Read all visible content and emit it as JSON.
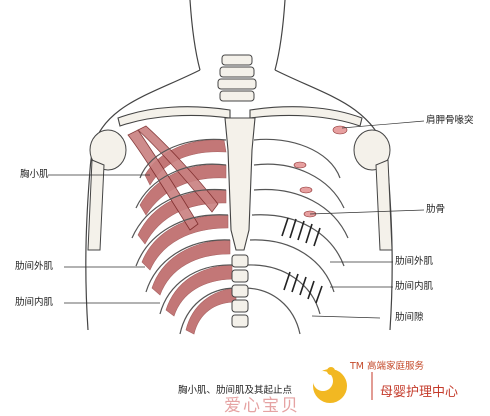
{
  "labels": {
    "pectoralis_minor": "胸小肌",
    "intercostal_external": "肋间外肌",
    "intercostal_internal": "肋间内肌",
    "coracoid": "肩胛骨喙突",
    "ribs": "肋骨",
    "intercostal_external_right": "肋间外肌",
    "intercostal_internal_right": "肋间内肌",
    "intercostal_space": "肋间隙"
  },
  "caption": "胸小肌、肋间肌及其起止点",
  "watermark": {
    "text": "爱心宝贝"
  },
  "brand": {
    "tm_line": "TM 高端家庭服务",
    "name": "母婴护理中心"
  },
  "colors": {
    "muscle": "#c98080",
    "muscle_dark": "#9e4a4a",
    "bone": "#f4f1ea",
    "line": "#333333",
    "brand_red": "#c43a2a",
    "brand_yellow": "#f2b822"
  }
}
